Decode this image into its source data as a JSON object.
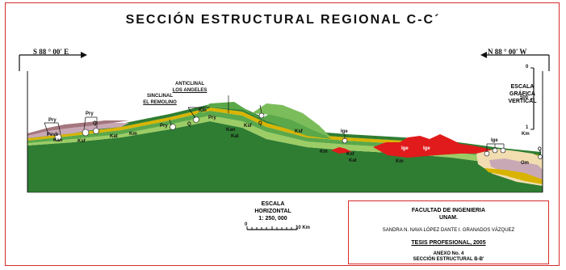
{
  "title": "SECCIÓN ESTRUCTURAL REGIONAL C-C´",
  "directions": {
    "left": "S 88 ° 00' E",
    "right": "N 88 ° 00' W"
  },
  "structures": {
    "anticline_line1": "ANTICLINAL",
    "anticline_line2": "LOS ANGELES",
    "syncline_line1": "SINCLINAL",
    "syncline_line2": "EL REMOLINO"
  },
  "unit_labels": [
    "Pry",
    "Pry",
    "Q",
    "Pry",
    "Q",
    "Km",
    "Pry",
    "Q",
    "Ksf",
    "Ige",
    "Ige",
    "Ige",
    "Ige",
    "Q",
    "Om",
    "Pevb",
    "Kan",
    "Ksf",
    "Kat",
    "Km",
    "Kan",
    "Ksf",
    "Kat",
    "Km",
    "Ksf",
    "Km",
    "Kat"
  ],
  "vertical_scale": {
    "line1": "ESCALA",
    "line2": "GRÁFICA",
    "line3": "VERTICAL",
    "ticks": [
      "0",
      "500",
      "1"
    ],
    "unit": "Km"
  },
  "horizontal_scale": {
    "line1": "ESCALA",
    "line2": "HORIZONTAL",
    "ratio": "1: 250, 000",
    "start": "0",
    "end": "10 Km"
  },
  "info": {
    "institution_line1": "FACULTAD DE INGENIERIA",
    "institution_line2": "UNAM.",
    "authors": "SANDRA N. NAVA LÓPEZ DANTE I. GRANADOS VÁZQUEZ",
    "thesis": "TESIS PROFESIONAL, 2005",
    "annex": "ANEXO No. 4",
    "section": "SECCIÓN ESTRUCTURAL B-B'"
  },
  "colors": {
    "frame": "#d62b2b",
    "igneous": "#e11b1b",
    "green_dark": "#2f7d32",
    "green_mid": "#5aa84a",
    "green_light": "#9ccc65",
    "yellow": "#d8b400",
    "mauve": "#c9a8b6",
    "sand": "#f1ddb0"
  }
}
